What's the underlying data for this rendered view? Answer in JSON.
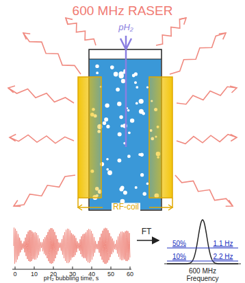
{
  "diagram": {
    "title": "600 MHz RASER",
    "labels": [
      "pH₂",
      "RF-coil",
      "0",
      "10",
      "20",
      "30",
      "40",
      "50",
      "60",
      "pH₂ bubbling time, s",
      "FT",
      "50%",
      "1.1 Hz",
      "10%",
      "2.2 Hz",
      "600 MHz",
      "Frequency"
    ]
  }
}
